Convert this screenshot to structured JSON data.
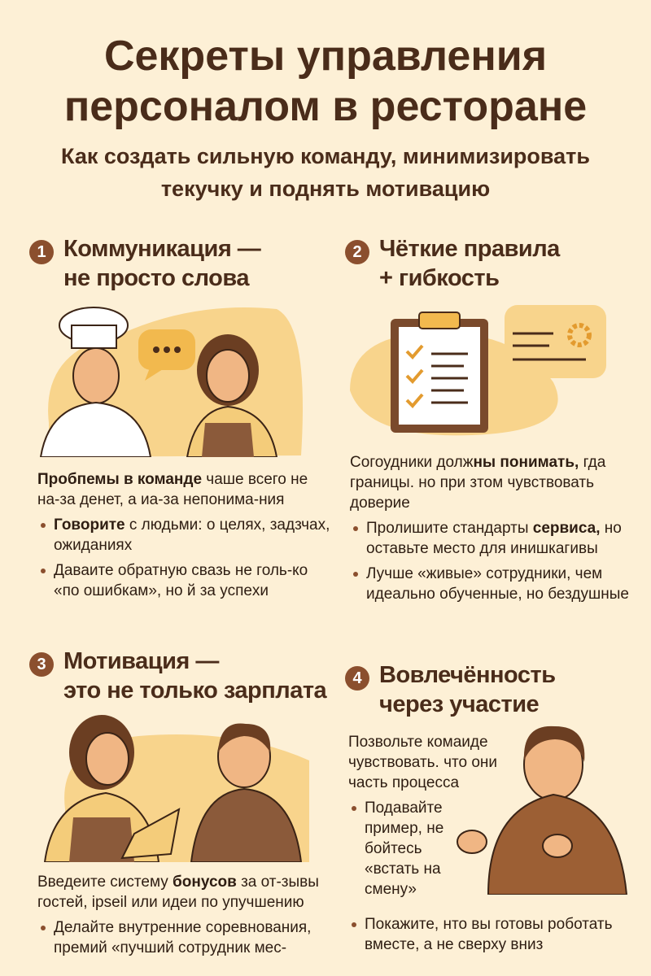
{
  "header": {
    "title_lines": [
      "Секреты управления",
      "персоналом в ресторане"
    ],
    "subtitle_lines": [
      "Как создать сильную команду, минимизировать",
      "текучку и поднять мотивацию"
    ]
  },
  "colors": {
    "background": "#fdf0d6",
    "heading": "#4a2c1a",
    "accent": "#8b4f2e",
    "blob": "#f8d48c"
  },
  "sections": [
    {
      "number": "1",
      "title_lines": [
        "Коммуникация —",
        "не просто слова"
      ],
      "illustration": "chef-and-waitress-talking",
      "intro_bold": "Пробпемы в команде",
      "intro_rest": " чаше всего не на-за денет, а иа-за непонима-ния",
      "bullets": [
        {
          "bold": "Говорите",
          "rest": " с людьми: о целях, задзчах, ожиданиях"
        },
        {
          "bold": "",
          "rest": "Даваите обратную свазь не голь-ко «по ошибкам», но й за успеxи"
        }
      ]
    },
    {
      "number": "2",
      "title_lines": [
        "Чёткие правила",
        "+ гибкость"
      ],
      "illustration": "clipboard-checklist-and-gear",
      "intro_pre": "Согоудники долж",
      "intro_bold": "ны понимать,",
      "intro_rest": " гда границы. но при зтом чувствовать доверие",
      "bullets": [
        {
          "pre": "Пролишите стандарты ",
          "bold": "сервиса,",
          "rest": " но оставьте место для инишкагивы"
        },
        {
          "pre": "",
          "bold": "",
          "rest": "Лучше «живые» сотрудники, чем идеально обученные, но бездушные"
        }
      ]
    },
    {
      "number": "3",
      "title_lines": [
        "Мотивация —",
        "это не только зарплата"
      ],
      "illustration": "waitress-and-colleague",
      "intro_pre": "Введеите систему ",
      "intro_bold": "бонусов",
      "intro_rest": " за от-зывы гостей, ipseil или идеи по упучшению",
      "bullets": [
        {
          "rest": "Делайте внутренние соревнования, премий «пучший сотрудник мес-"
        }
      ]
    },
    {
      "number": "4",
      "title_lines": [
        "Вовлечённость",
        "через участие"
      ],
      "illustration": "man-gesturing",
      "intro": "Позвольте комаиде чувствовать. что они часть процесса",
      "bullets": [
        {
          "rest": "Подавайте пример, не бойтесь «встать на смену»"
        },
        {
          "rest": "Покажите, нто вы готовы роботать вместе, а не сверху вниз"
        }
      ]
    }
  ]
}
